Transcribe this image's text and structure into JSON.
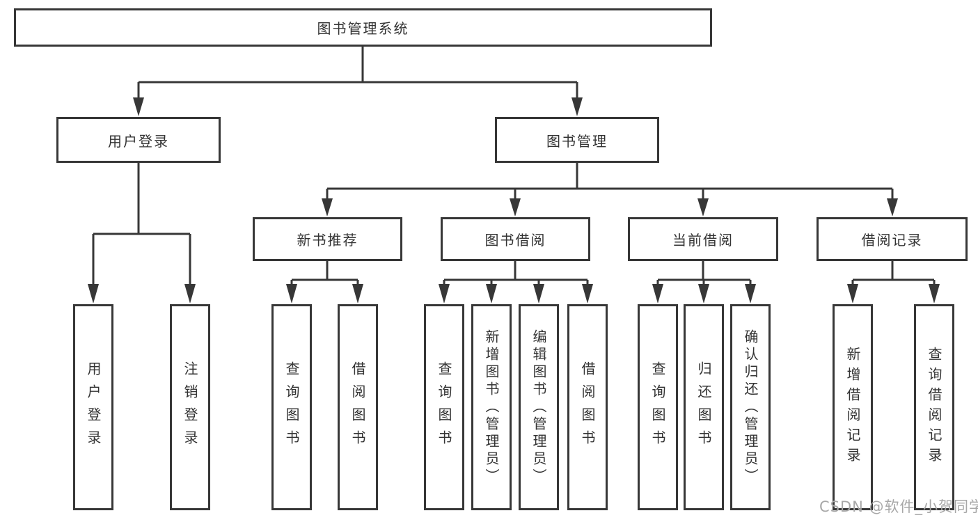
{
  "diagram": {
    "root": {
      "label": "图书管理系统"
    },
    "level2": {
      "user_login": {
        "label": "用户登录"
      },
      "book_management": {
        "label": "图书管理"
      }
    },
    "level3": {
      "new_book_recommend": {
        "label": "新书推荐"
      },
      "book_borrowing": {
        "label": "图书借阅"
      },
      "current_borrowing": {
        "label": "当前借阅"
      },
      "borrowing_records": {
        "label": "借阅记录"
      }
    },
    "leaves": {
      "user_login_action": {
        "label": "用户登录"
      },
      "logout": {
        "label": "注销登录"
      },
      "search_books_recommend": {
        "label": "查询图书"
      },
      "borrow_books_recommend": {
        "label": "借阅图书"
      },
      "search_books_borrowing": {
        "label": "查询图书"
      },
      "add_book_admin": {
        "label": "新增图书（管理员）"
      },
      "edit_book_admin": {
        "label": "编辑图书（管理员）"
      },
      "borrow_books_borrowing": {
        "label": "借阅图书"
      },
      "search_books_current": {
        "label": "查询图书"
      },
      "return_books": {
        "label": "归还图书"
      },
      "confirm_return_admin": {
        "label": "确认归还（管理员）"
      },
      "add_borrow_record": {
        "label": "新增借阅记录"
      },
      "search_borrow_record": {
        "label": "查询借阅记录"
      }
    }
  },
  "watermark": {
    "text": "CSDN @软件_小贺同学"
  },
  "colors": {
    "line": "#373737",
    "text": "#333333",
    "watermark": "#a8a8a8",
    "background": "#ffffff"
  }
}
